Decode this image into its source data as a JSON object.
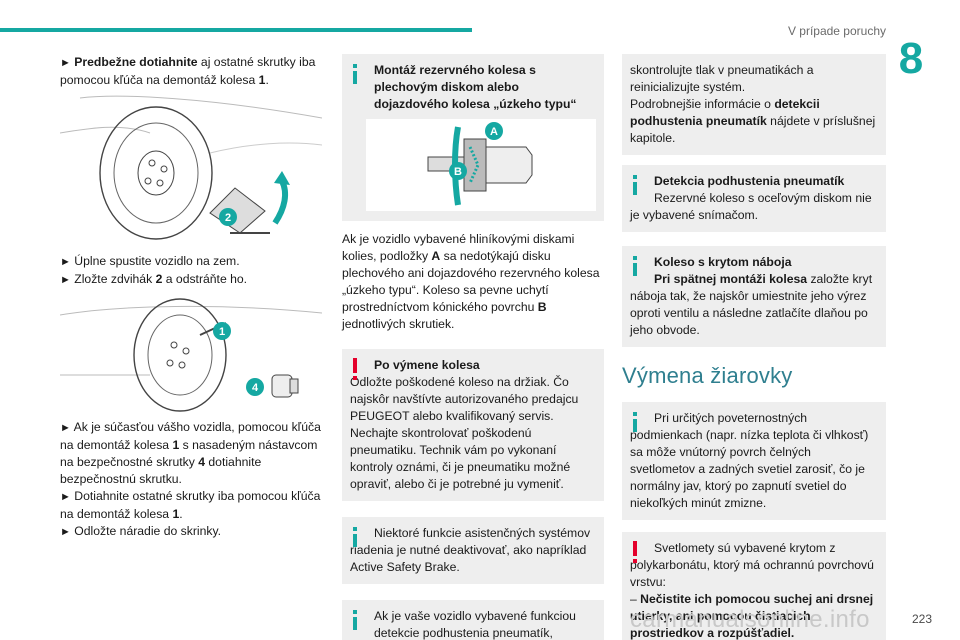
{
  "header": {
    "title": "V prípade poruchy",
    "chapter": "8"
  },
  "col1": {
    "p1_bold": "Predbežne dotiahnite",
    "p1_rest": " aj ostatné skrutky iba pomocou kľúča na demontáž kolesa ",
    "p1_num": "1",
    "p1_end": ".",
    "p2_a": "Úplne spustite vozidlo na zem.",
    "p2_b_pre": "Zložte zdvihák ",
    "p2_b_num": "2",
    "p2_b_post": " a odstráňte ho.",
    "p3_a_pre": "Ak je súčasťou vášho vozidla, pomocou kľúča na demontáž kolesa ",
    "p3_a_num1": "1",
    "p3_a_mid": " s nasadeným nástavcom na bezpečnostné skrutky ",
    "p3_a_num2": "4",
    "p3_a_post": " dotiahnite bezpečnostnú skrutku.",
    "p3_b_pre": "Dotiahnite ostatné skrutky iba pomocou kľúča na demontáž kolesa ",
    "p3_b_num": "1",
    "p3_b_post": ".",
    "p3_c": "Odložte náradie do skrinky.",
    "callouts": [
      "2",
      "1",
      "4"
    ],
    "arrow_glyph": "►"
  },
  "col2": {
    "box1_title": "Montáž rezervného kolesa s plechovým diskom alebo dojazdového kolesa „úzkeho typu“",
    "callouts": [
      "A",
      "B"
    ],
    "p1_pre": "Ak je vozidlo vybavené hliníkovými diskami kolies, podložky ",
    "p1_A": "A",
    "p1_mid": " sa nedotýkajú disku plechového ani dojazdového rezervného kolesa „úzkeho typu“. Koleso sa pevne uchytí prostredníctvom kónického povrchu ",
    "p1_B": "B",
    "p1_post": " jednotlivých skrutiek.",
    "box2_title": "Po výmene kolesa",
    "box2_text": "Odložte poškodené koleso na držiak. Čo najskôr navštívte autorizovaného predajcu PEUGEOT alebo kvalifikovaný servis. Nechajte skontrolovať poškodenú pneumatiku. Technik vám po vykonaní kontroly oznámi, či je pneumatiku možné opraviť, alebo či je potrebné ju vymeniť.",
    "box3_text": "Niektoré funkcie asistenčných systémov riadenia je nutné deaktivovať, ako napríklad Active Safety Brake.",
    "box4_text": "Ak je vaše vozidlo vybavené funkciou detekcie podhustenia pneumatík,"
  },
  "col3": {
    "box1_pre": "skontrolujte tlak v pneumatikách a reinicializujte systém.",
    "box1_mid": "Podrobnejšie informácie o ",
    "box1_bold": "detekcii podhustenia pneumatík",
    "box1_post": " nájdete v príslušnej kapitole.",
    "box2_title": "Detekcia podhustenia pneumatík",
    "box2_text": "Rezervné koleso s oceľovým diskom nie je vybavené snímačom.",
    "box3_title": "Koleso s krytom náboja",
    "box3_bold": "Pri spätnej montáži kolesa",
    "box3_text": " založte kryt náboja tak, že najskôr umiestnite jeho výrez oproti ventilu a následne zatlačíte dlaňou po jeho obvode.",
    "section_title": "Výmena žiarovky",
    "box4_text": "Pri určitých poveternostných podmienkach (napr. nízka teplota či vlhkosť) sa môže vnútorný povrch čelných svetlometov a zadných svetiel zarosiť, čo je normálny jav, ktorý po zapnutí svetiel do niekoľkých minút zmizne.",
    "box5_text": "Svetlomety sú vybavené krytom z polykarbonátu, ktorý má ochrannú povrchovú vrstvu:",
    "box5_dash": "–",
    "box5_bold": "Nečistite ich pomocou suchej ani drsnej utierky, ani pomocou čistiacich prostriedkov a rozpúšťadiel."
  },
  "footer": {
    "page_number": "223",
    "watermark": "carmanualsonline.info"
  }
}
